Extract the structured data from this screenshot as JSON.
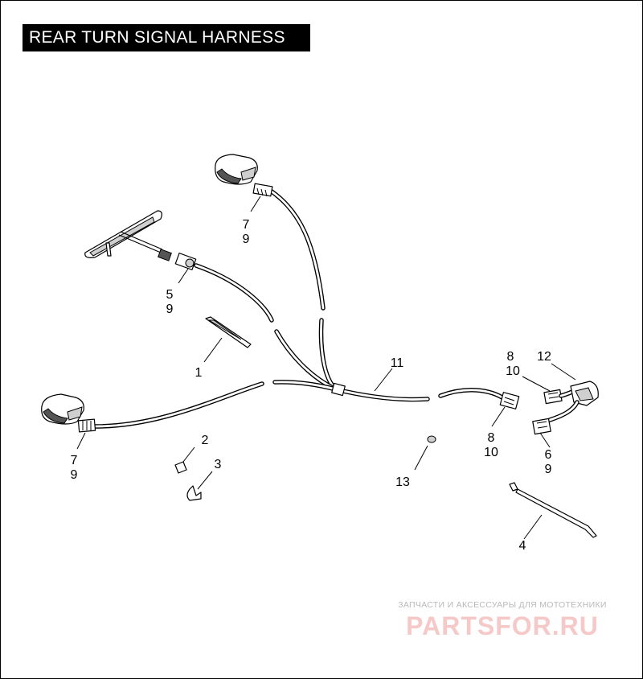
{
  "title": "REAR TURN SIGNAL HARNESS",
  "callouts": {
    "c1": "1",
    "c2": "2",
    "c3": "3",
    "c4": "4",
    "c5": "5",
    "c6": "6",
    "c7a": "7",
    "c7b": "7",
    "c8a": "8",
    "c8b": "8",
    "c9a": "9",
    "c9b": "9",
    "c9c": "9",
    "c9d": "9",
    "c10a": "10",
    "c10b": "10",
    "c11": "11",
    "c12": "12",
    "c13": "13"
  },
  "watermark": {
    "tagline": "ЗАПЧАСТИ И АКСЕССУАРЫ ДЛЯ МОТОТЕХНИКИ",
    "brand": "PARTSFOR.RU",
    "color": "#f6c9c9"
  },
  "colors": {
    "line": "#000000",
    "background": "#ffffff",
    "title_bg": "#000000",
    "title_fg": "#ffffff"
  }
}
